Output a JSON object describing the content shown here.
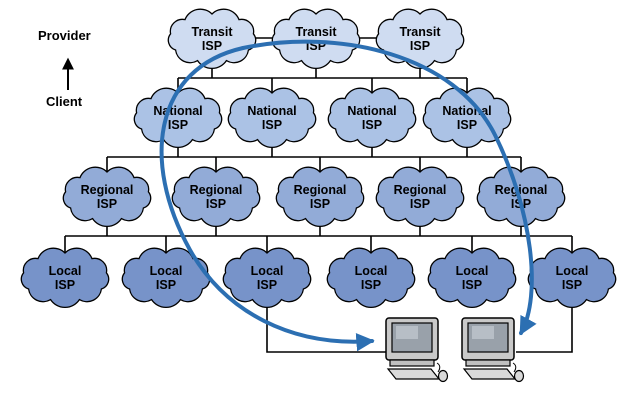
{
  "diagram": {
    "description": "Hierarchy of ISPs with provider-client relationships",
    "legend": {
      "provider_label": "Provider",
      "client_label": "Client"
    },
    "tiers": [
      {
        "id": "transit",
        "line1": "Transit",
        "line2": "ISP",
        "count": 3,
        "fill": "#cfdcf1"
      },
      {
        "id": "national",
        "line1": "National",
        "line2": "ISP",
        "count": 4,
        "fill": "#abc2e5"
      },
      {
        "id": "regional",
        "line1": "Regional",
        "line2": "ISP",
        "count": 5,
        "fill": "#92abd7"
      },
      {
        "id": "local",
        "line1": "Local",
        "line2": "ISP",
        "count": 6,
        "fill": "#7793c9"
      }
    ],
    "route_arrow_color": "#2c6fb2",
    "connector_color": "#000000",
    "computer_count": 2
  }
}
